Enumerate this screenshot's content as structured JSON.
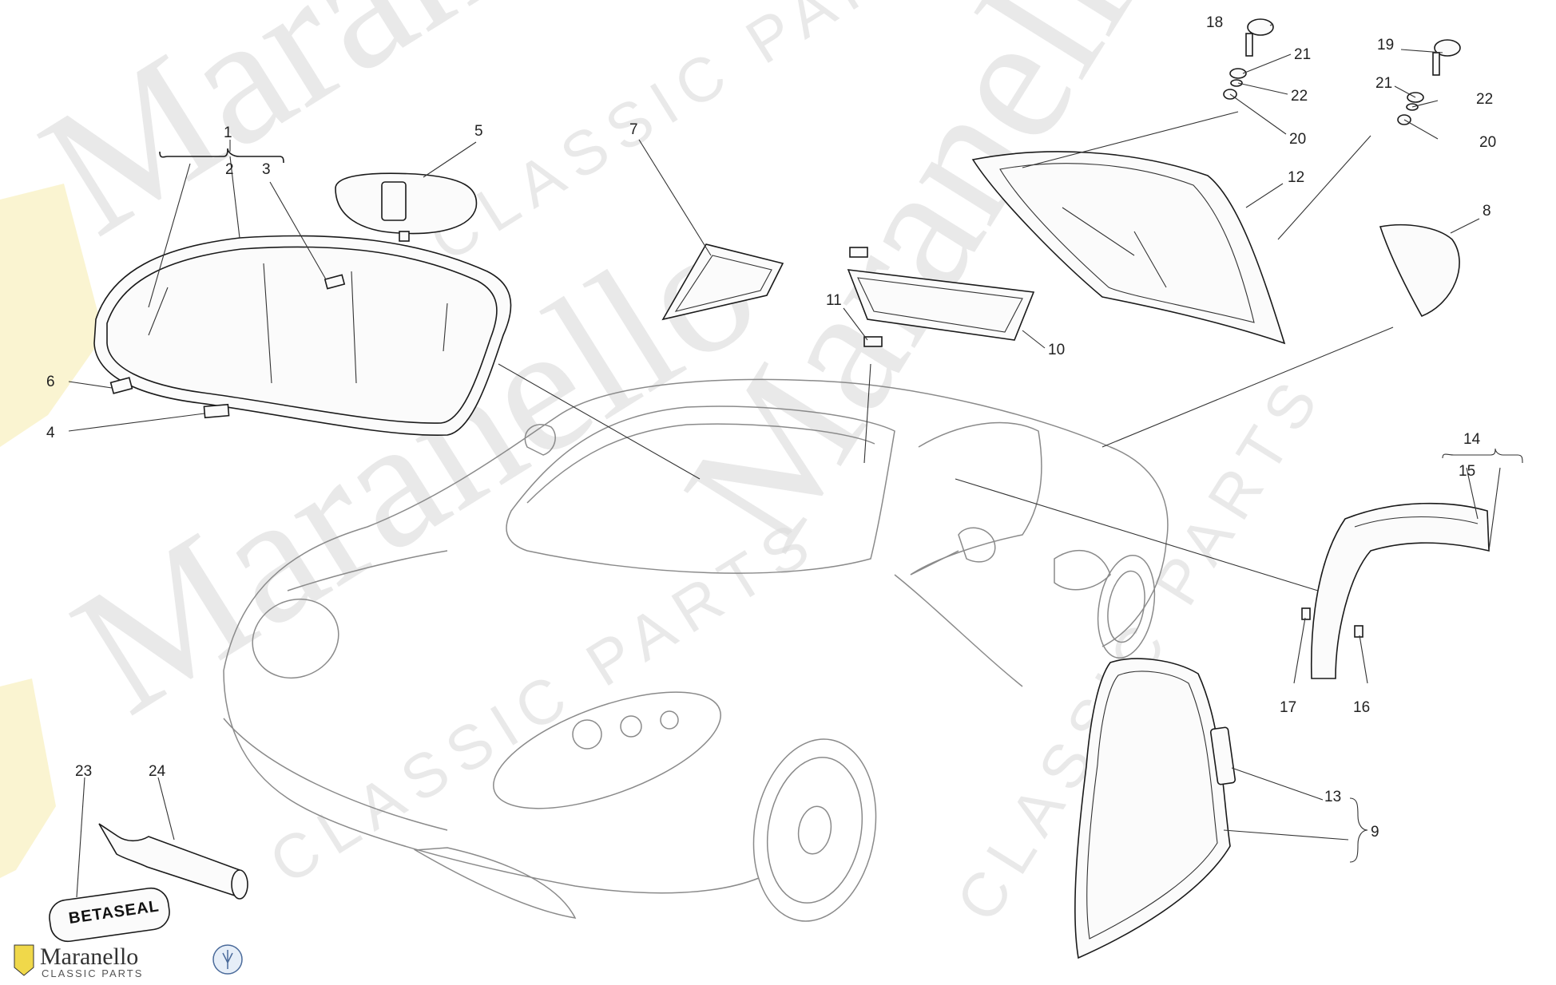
{
  "watermark": {
    "big": "Maranello",
    "small": "CLASSIC PARTS"
  },
  "callouts": [
    "1",
    "2",
    "3",
    "4",
    "5",
    "6",
    "7",
    "8",
    "9",
    "10",
    "11",
    "12",
    "13",
    "14",
    "15",
    "16",
    "17",
    "18",
    "19",
    "20",
    "20",
    "21",
    "21",
    "22",
    "22",
    "23",
    "24"
  ],
  "tube_label": "BETASEAL",
  "footer": {
    "brand": "Maranello",
    "sub": "CLASSIC PARTS"
  },
  "colors": {
    "line": "#1a1a1a",
    "car_outline": "#8a8a8a",
    "watermark": "#d8d8d8"
  }
}
